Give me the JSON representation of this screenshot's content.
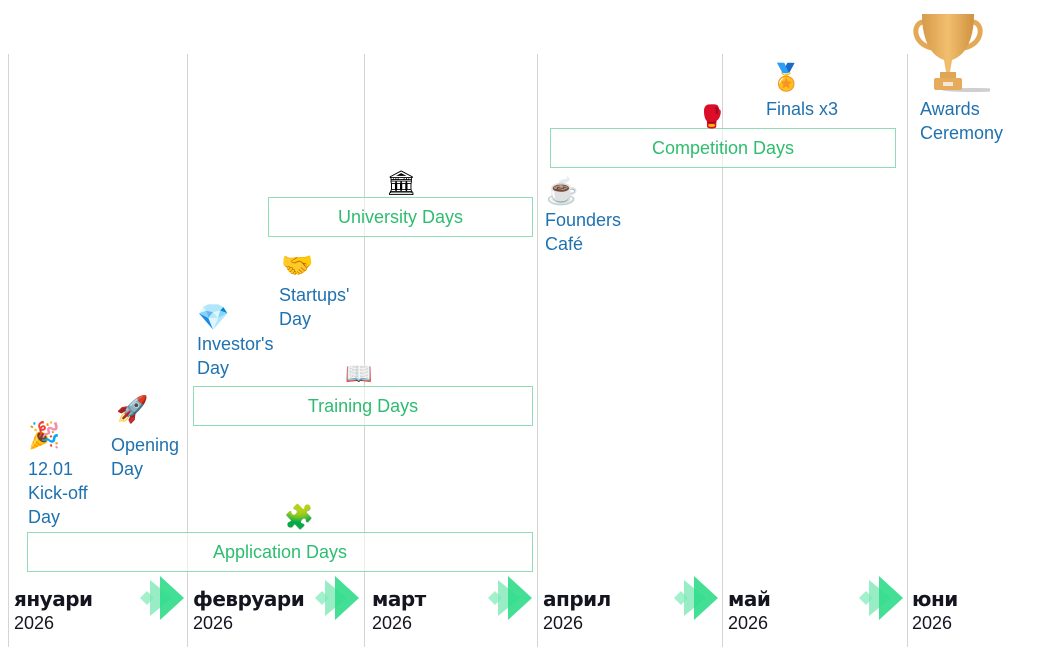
{
  "timeline": {
    "months": [
      {
        "name": "януари",
        "year": "2026"
      },
      {
        "name": "февруари",
        "year": "2026"
      },
      {
        "name": "март",
        "year": "2026"
      },
      {
        "name": "април",
        "year": "2026"
      },
      {
        "name": "май",
        "year": "2026"
      },
      {
        "name": "юни",
        "year": "2026"
      }
    ],
    "bars": [
      {
        "label": "Application Days",
        "icon": "puzzle-piece-icon",
        "glyph": "🧩"
      },
      {
        "label": "Training Days",
        "icon": "phone-book-icon",
        "glyph": "📖"
      },
      {
        "label": "University Days",
        "icon": "classical-building-icon",
        "glyph": "🏛"
      },
      {
        "label": "Competition Days",
        "icon": "boxing-gloves-icon",
        "glyph": "🥊"
      }
    ],
    "events": [
      {
        "label": "12.01\nKick-off\nDay",
        "icon": "party-popper-icon",
        "glyph": "🎉"
      },
      {
        "label": "Opening\nDay",
        "icon": "rocket-icon",
        "glyph": "🚀"
      },
      {
        "label": "Investor's\nDay",
        "icon": "gem-icon",
        "glyph": "💎"
      },
      {
        "label": "Startups'\nDay",
        "icon": "handshake-icon",
        "glyph": "🤝"
      },
      {
        "label": "Founders\nCafé",
        "icon": "coffee-cup-icon",
        "glyph": "☕"
      },
      {
        "label": "Finals x3",
        "icon": "medal-icon",
        "glyph": "🏅"
      },
      {
        "label": "Awards\nCeremony",
        "icon": "trophy-icon",
        "glyph": "🏆"
      }
    ]
  },
  "colors": {
    "bar_border": "#8fdcb6",
    "bar_text": "#2ebd6f",
    "event_text": "#1f72b0",
    "month_text": "#151520",
    "arrow_green": "#2fdc8a"
  }
}
